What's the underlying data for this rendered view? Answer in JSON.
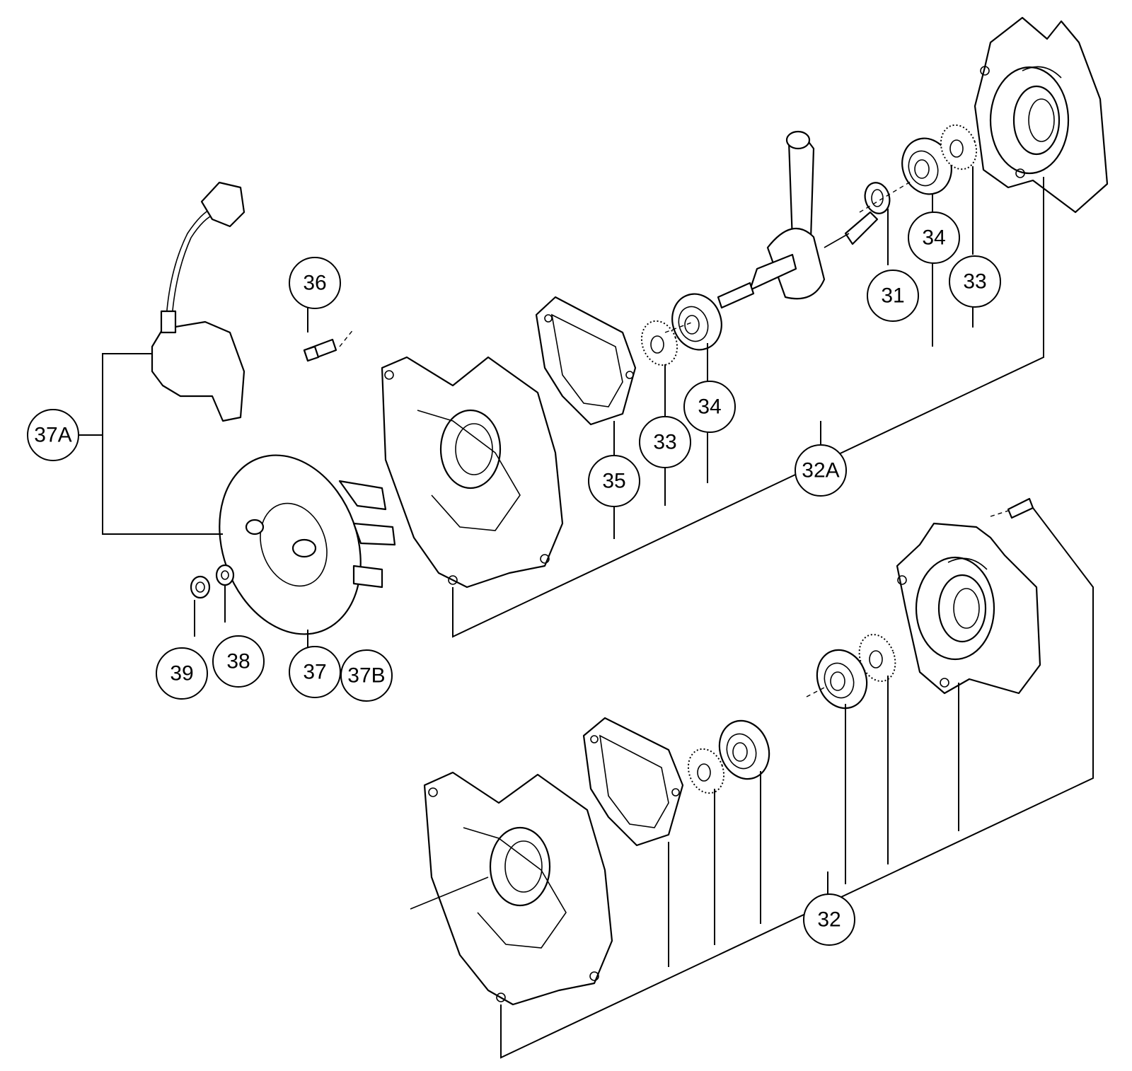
{
  "callouts": {
    "c31": "31",
    "c32": "32",
    "c32A": "32A",
    "c33a": "33",
    "c33b": "33",
    "c34a": "34",
    "c34b": "34",
    "c35": "35",
    "c36": "36",
    "c37": "37",
    "c37A": "37A",
    "c37B": "37B",
    "c38": "38",
    "c39": "39"
  },
  "colors": {
    "line": "#000000",
    "background": "#ffffff"
  }
}
